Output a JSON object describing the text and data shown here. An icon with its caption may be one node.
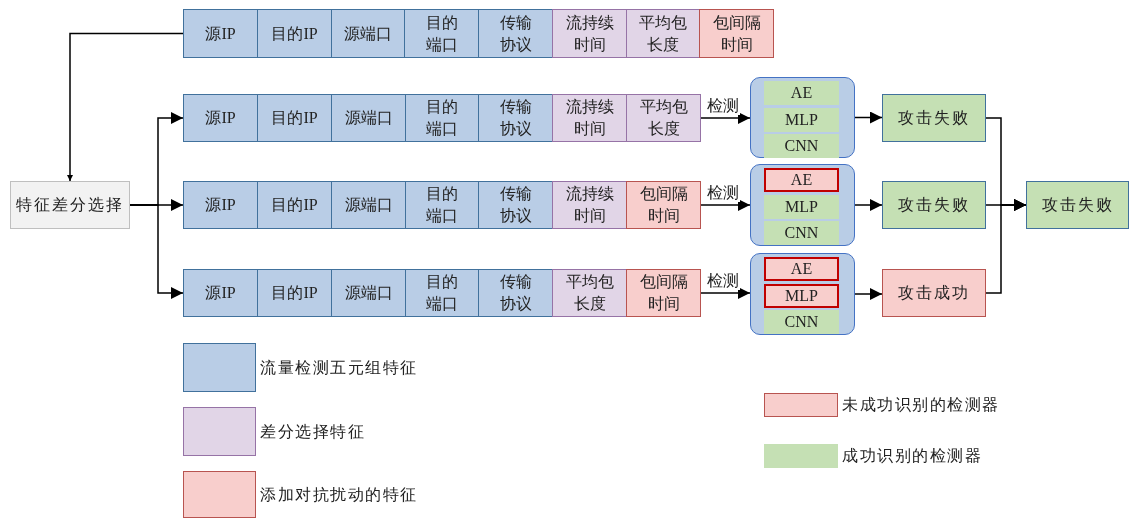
{
  "diagram": {
    "nodes": [
      {
        "text": [],
        "shape": "box"
      },
      {
        "text": [
          "源IP"
        ],
        "in": 0
      },
      {
        "text": [
          "目的IP"
        ],
        "in": 0
      },
      {
        "text": [
          "源端口"
        ],
        "in": 0
      },
      {
        "text": [
          "目的端口"
        ],
        "in": 0
      },
      {
        "text": [
          "传输协议"
        ],
        "in": 0
      },
      {
        "text": [
          "流持续时间"
        ],
        "in": 0
      },
      {
        "text": [
          "平均包长度"
        ],
        "in": 0
      },
      {
        "text": [
          "包间隔时间"
        ],
        "in": 0
      },
      {
        "text": [
          "特征差分选择"
        ]
      },
      {
        "text": [],
        "shape": "box"
      },
      {
        "text": [
          "源IP"
        ],
        "in": 10
      },
      {
        "text": [
          "目的IP"
        ],
        "in": 10
      },
      {
        "text": [
          "源端口"
        ],
        "in": 10
      },
      {
        "text": [
          "目的端口"
        ],
        "in": 10
      },
      {
        "text": [
          "传输协议"
        ],
        "in": 10
      },
      {
        "text": [
          "流持续时间"
        ],
        "in": 10
      },
      {
        "text": [
          "平均包长度"
        ],
        "in": 10
      },
      {
        "text": [],
        "shape": "box"
      },
      {
        "text": [
          "源IP"
        ],
        "in": 18
      },
      {
        "text": [
          "目的IP"
        ],
        "in": 18
      },
      {
        "text": [
          "源端口"
        ],
        "in": 18
      },
      {
        "text": [
          "目的端口"
        ],
        "in": 18
      },
      {
        "text": [
          "传输协议"
        ],
        "in": 18
      },
      {
        "text": [
          "流持续时间"
        ],
        "in": 18
      },
      {
        "text": [
          "包间隔时间"
        ],
        "in": 18
      },
      {
        "text": [],
        "shape": "box"
      },
      {
        "text": [
          "源IP"
        ],
        "in": 26
      },
      {
        "text": [
          "目的IP"
        ],
        "in": 26
      },
      {
        "text": [
          "源端口"
        ],
        "in": 26
      },
      {
        "text": [
          "目的端口"
        ],
        "in": 26
      },
      {
        "text": [
          "传输协议"
        ],
        "in": 26
      },
      {
        "text": [
          "平均包长度"
        ],
        "in": 26
      },
      {
        "text": [
          "包间隔时间"
        ],
        "in": 26
      },
      {
        "text": [],
        "shape": "box"
      },
      {
        "text": [
          "AE"
        ],
        "in": 34
      },
      {
        "text": [
          "MLP"
        ],
        "in": 34
      },
      {
        "text": [
          "CNN"
        ],
        "in": 34
      },
      {
        "text": [],
        "shape": "box"
      },
      {
        "text": [
          "AE"
        ],
        "in": 38
      },
      {
        "text": [
          "MLP"
        ],
        "in": 38
      },
      {
        "text": [
          "CNN"
        ],
        "in": 38
      },
      {
        "text": [],
        "shape": "box"
      },
      {
        "text": [
          "AE"
        ],
        "in": 42
      },
      {
        "text": [
          "MLP"
        ],
        "in": 42
      },
      {
        "text": [
          "CNN"
        ],
        "in": 42
      },
      {
        "text": [
          "攻击失败"
        ]
      },
      {
        "text": [
          "攻击失败"
        ]
      },
      {
        "text": [
          "攻击成功"
        ]
      },
      {
        "text": [
          "攻击失败"
        ]
      }
    ],
    "edges": [
      {
        "from": 0,
        "to": 9,
        "arrow": "to"
      },
      {
        "from": 9,
        "to": 10,
        "arrow": "to"
      },
      {
        "from": 9,
        "to": 18,
        "arrow": "to"
      },
      {
        "from": 9,
        "to": 26,
        "arrow": "to"
      },
      {
        "from": 10,
        "to": 34,
        "arrow": "to",
        "label": "检测"
      },
      {
        "from": 18,
        "to": 38,
        "arrow": "to",
        "label": "检测"
      },
      {
        "from": 26,
        "to": 42,
        "arrow": "to",
        "label": "检测"
      },
      {
        "from": 34,
        "to": 46,
        "arrow": "to"
      },
      {
        "from": 38,
        "to": 47,
        "arrow": "to"
      },
      {
        "from": 42,
        "to": 48,
        "arrow": "to"
      },
      {
        "from": 46,
        "to": 49,
        "arrow": "to"
      },
      {
        "from": 47,
        "to": 49,
        "arrow": "to"
      },
      {
        "from": 48,
        "to": 49,
        "arrow": "to"
      }
    ],
    "legend": [
      {
        "text": "流量检测五元组特征",
        "color": "#b9cde6"
      },
      {
        "text": "差分选择特征",
        "color": "#e1d5e7"
      },
      {
        "text": "添加对抗扰动的特征",
        "color": "#f8cecc"
      },
      {
        "text": "未成功识别的检测器",
        "color": "#f8cecc"
      },
      {
        "text": "成功识别的检测器",
        "color": "#c5e0b4"
      }
    ]
  }
}
